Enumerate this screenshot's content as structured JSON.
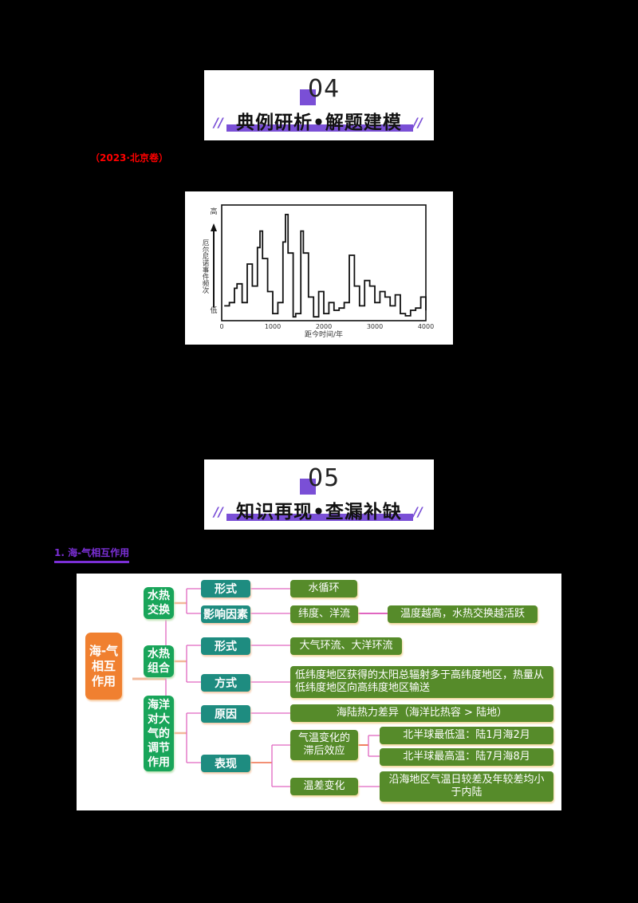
{
  "section4": {
    "number": "04",
    "title": "典例研析•解题建模",
    "slashes": "//"
  },
  "source_label": "（2023·北京卷）",
  "chart_data": {
    "type": "line",
    "title": "",
    "xlabel": "距今时间/年",
    "ylabel": "厄尔尼诺事件频次",
    "y_top_label": "高",
    "y_bottom_label": "低",
    "x_ticks": [
      "0",
      "1000",
      "2000",
      "3000",
      "4000"
    ],
    "xlim": [
      0,
      4000
    ],
    "ylim": [
      0,
      10
    ],
    "grid": false,
    "x": [
      50,
      150,
      250,
      300,
      400,
      500,
      600,
      700,
      750,
      800,
      900,
      1000,
      1100,
      1200,
      1250,
      1300,
      1400,
      1450,
      1550,
      1600,
      1700,
      1800,
      1900,
      2000,
      2100,
      2200,
      2300,
      2400,
      2500,
      2600,
      2700,
      2800,
      2900,
      3000,
      3100,
      3200,
      3300,
      3400,
      3500,
      3600,
      3700,
      3800,
      3900,
      4000
    ],
    "values": [
      1.2,
      1.5,
      2.8,
      3.2,
      1.5,
      5.0,
      3.0,
      6.5,
      8.0,
      5.5,
      2.5,
      0.5,
      1.5,
      7.0,
      9.5,
      6.0,
      0.2,
      0.5,
      8.0,
      6.0,
      2.0,
      0.2,
      2.5,
      0.5,
      1.5,
      0.8,
      1.0,
      1.5,
      5.8,
      3.0,
      1.2,
      3.5,
      3.0,
      1.5,
      2.5,
      2.0,
      1.2,
      2.2,
      0.5,
      0.3,
      0.8,
      1.0,
      2.0,
      0.8
    ]
  },
  "section5": {
    "number": "05",
    "title": "知识再现•查漏补缺",
    "slashes": "//"
  },
  "subsection_label": "1. 海-气相互作用",
  "mindmap": {
    "root": "海-气相互作用",
    "root_lines": [
      "海-气",
      "相互",
      "作用"
    ],
    "branches": [
      {
        "label_lines": [
          "水热",
          "交换"
        ],
        "children": [
          {
            "label": "形式",
            "detail": "水循环"
          },
          {
            "label": "影响因素",
            "detail": "纬度、洋流",
            "sub": "温度越高，水热交换越活跃"
          }
        ]
      },
      {
        "label_lines": [
          "水热",
          "组合"
        ],
        "children": [
          {
            "label": "形式",
            "detail": "大气环流、大洋环流"
          },
          {
            "label": "方式",
            "detail_lines": [
              "低纬度地区获得的太阳总辐射多于高纬度地区，热量从",
              "低纬度地区向高纬度地区输送"
            ]
          }
        ]
      },
      {
        "label_lines": [
          "海洋",
          "对大",
          "气的",
          "调节",
          "作用"
        ],
        "children": [
          {
            "label": "原因",
            "detail": "海陆热力差异（海洋比热容 > 陆地）"
          },
          {
            "label": "表现",
            "items": [
              {
                "label_lines": [
                  "气温变化的",
                  "滞后效应"
                ],
                "subs": [
                  "北半球最低温：陆1月海2月",
                  "北半球最高温：陆7月海8月"
                ]
              },
              {
                "label": "温差变化",
                "sub_lines": [
                  "沿海地区气温日较差及年较差均小",
                  "于内陆"
                ]
              }
            ]
          }
        ]
      }
    ]
  },
  "colors": {
    "accent_purple": "#7a4fd6",
    "root_orange": "#f08030",
    "level1_green": "#19a55a",
    "level2_teal": "#1e8c80",
    "level3_olive": "#568b2a",
    "connector_pink": "#e066c0",
    "source_red": "#ff0000"
  }
}
